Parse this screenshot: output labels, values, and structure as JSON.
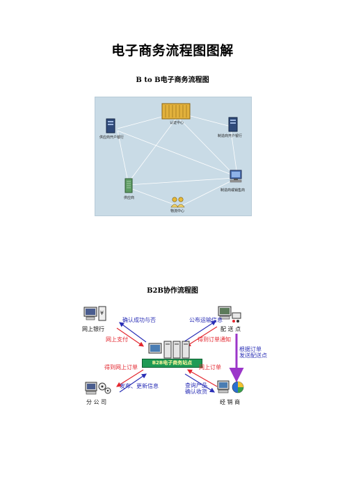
{
  "document": {
    "title": "电子商务流程图图解",
    "section1_title": "B to B电子商务流程图",
    "section2_title": "B2B协作流程图"
  },
  "fig1": {
    "nodes": {
      "cert_center": "认证中心",
      "supplier_bank": "供应商开户银行",
      "manufacturer_bank": "制造商开户银行",
      "supplier": "供应商",
      "manufacturer": "制造商或销售商",
      "logistics": "物流中心"
    },
    "colors": {
      "background": "#c9dbe6",
      "lines": "#ffffff"
    }
  },
  "fig2": {
    "center": "B2B电子商务站点",
    "nodes": {
      "online_bank": "网上银行",
      "delivery_point": "配 送 点",
      "branch": "分 公 司",
      "dealer": "经 销 商"
    },
    "arrows": {
      "confirm_payment": "确认成功与否",
      "online_payment": "网上支付",
      "publish_transport": "公布运输信息",
      "receive_order_notice": "得到订单通知",
      "by_order": "根据订单",
      "send_delivery": "发送配送点",
      "get_online_order": "得到网上订单",
      "publish_update": "发布、更新信息",
      "online_order": "网上订单",
      "query_product": "查询产品",
      "confirm_receipt": "确认收货"
    },
    "colors": {
      "red": "#e3262e",
      "blue": "#2a2fb6",
      "purple": "#9b36c9",
      "green": "#1f9a55"
    }
  }
}
